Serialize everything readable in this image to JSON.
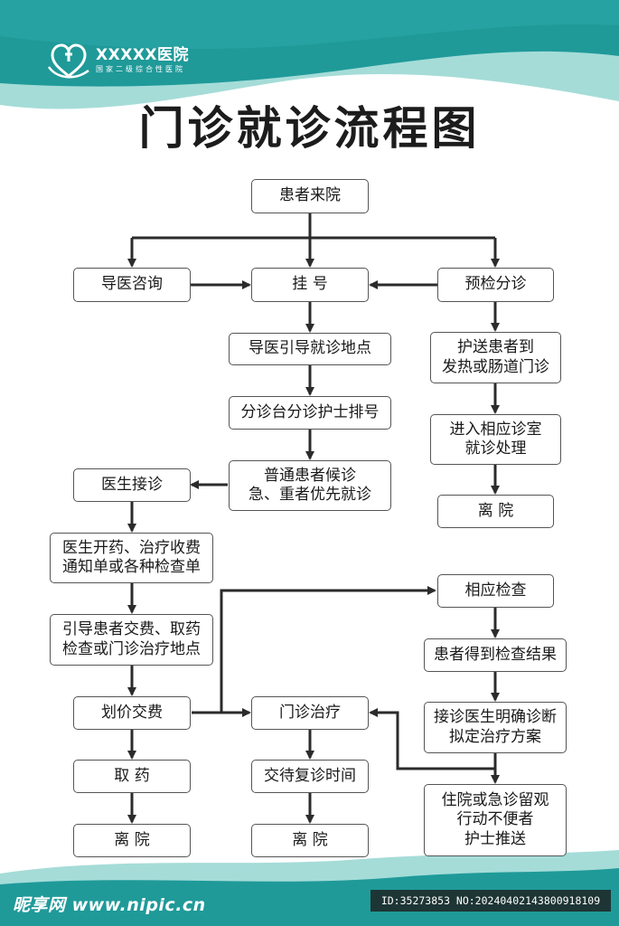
{
  "header": {
    "hospital_name": "XXXXX医院",
    "hospital_subtitle": "国家二级综合性医院",
    "title": "门诊就诊流程图"
  },
  "nodes": {
    "arrive": "患者来院",
    "guide_consult": "导医咨询",
    "register": "挂  号",
    "pre_check": "预检分诊",
    "guide_to_site": "导医引导就诊地点",
    "escort_fever": "护送患者到\n发热或肠道门诊",
    "triage_queue": "分诊台分诊护士排号",
    "enter_room": "进入相应诊室\n就诊处理",
    "doctor_receive": "医生接诊",
    "priority": "普通患者候诊\n急、重者优先就诊",
    "leave_1": "离  院",
    "prescribe": "医生开药、治疗收费\n通知单或各种检查单",
    "exam": "相应检查",
    "guide_pay": "引导患者交费、取药\n检查或门诊治疗地点",
    "get_result": "患者得到检查结果",
    "pay": "划价交费",
    "outpatient_treat": "门诊治疗",
    "diagnose": "接诊医生明确诊断\n拟定治疗方案",
    "get_medicine": "取  药",
    "follow_up": "交待复诊时间",
    "hospitalize": "住院或急诊留观\n行动不便者\n护士推送",
    "leave_2": "离  院",
    "leave_3": "离  院"
  },
  "footer": {
    "watermark_left": "昵享网 www.nipic.cn",
    "watermark_right": "ID:35273853 NO:20240402143800918109"
  },
  "colors": {
    "teal_dark": "#1f9a99",
    "teal_light": "#a5dcd8",
    "line": "#2b2b2b",
    "box_border": "#555555"
  }
}
